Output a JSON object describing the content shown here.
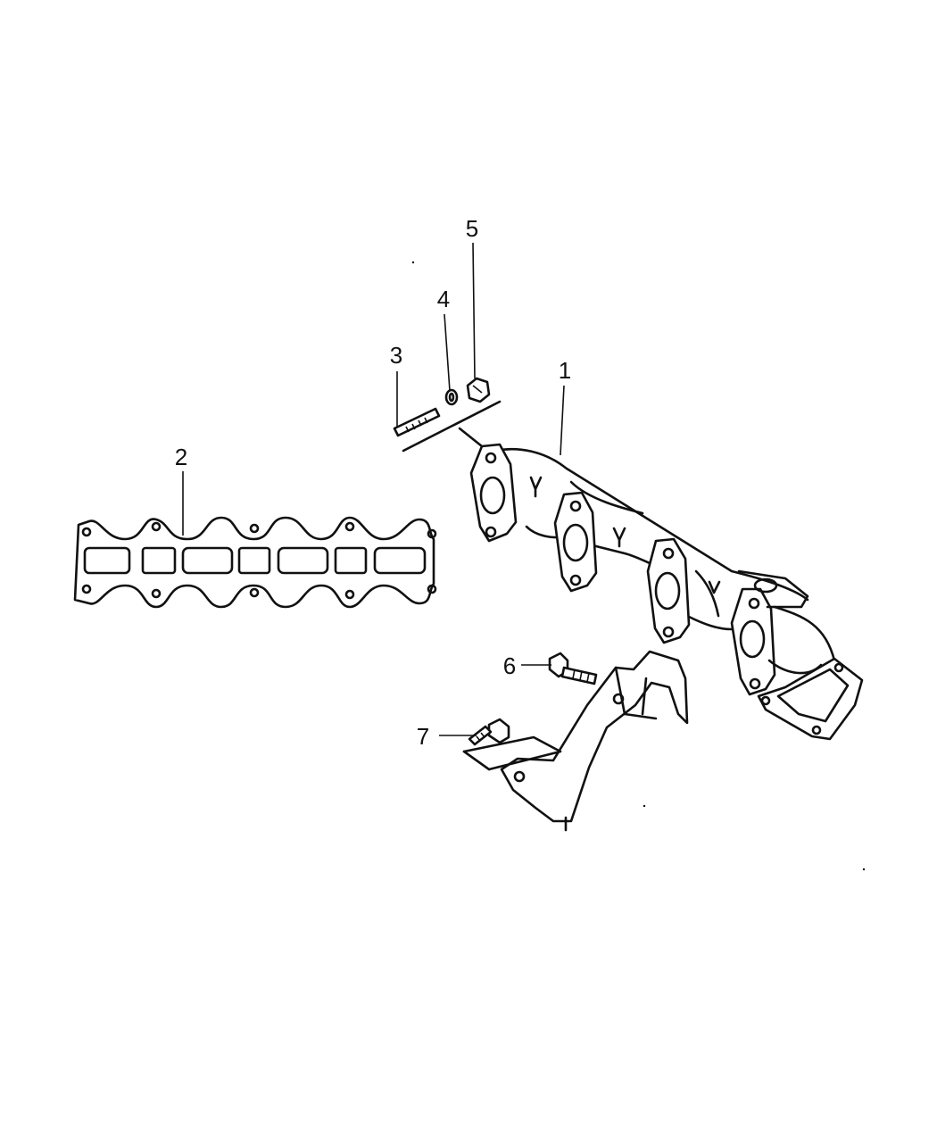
{
  "callouts": [
    {
      "id": "1",
      "part": "exhaust-manifold"
    },
    {
      "id": "2",
      "part": "manifold-gasket"
    },
    {
      "id": "3",
      "part": "stud"
    },
    {
      "id": "4",
      "part": "washer"
    },
    {
      "id": "5",
      "part": "nut"
    },
    {
      "id": "6",
      "part": "bolt"
    },
    {
      "id": "7",
      "part": "bolt"
    }
  ],
  "colors": {
    "line": "#111111",
    "background": "#ffffff"
  }
}
